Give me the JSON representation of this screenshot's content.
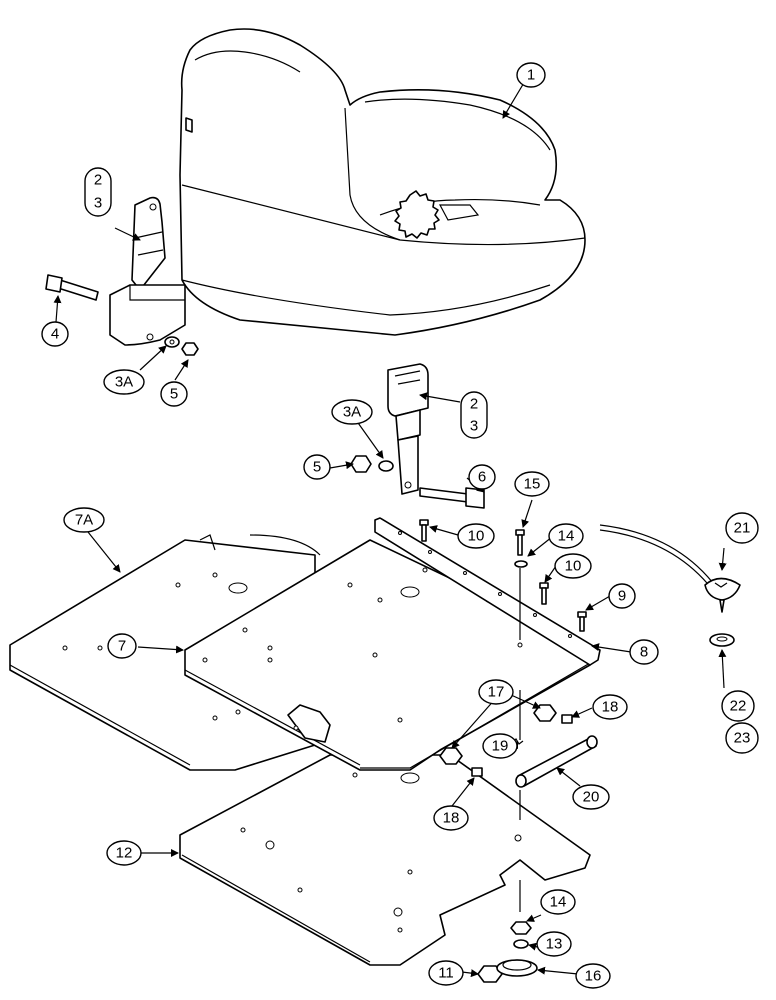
{
  "callouts": {
    "c1": "1",
    "c2a": "2",
    "c3a": "3",
    "c4": "4",
    "c3A_left": "3A",
    "c5_left": "5",
    "c2b": "2",
    "c3b": "3",
    "c3A_right": "3A",
    "c5_right": "5",
    "c6": "6",
    "c7A": "7A",
    "c7": "7",
    "c8": "8",
    "c9": "9",
    "c10a": "10",
    "c10b": "10",
    "c11": "11",
    "c12": "12",
    "c13": "13",
    "c14a": "14",
    "c14b": "14",
    "c15": "15",
    "c16": "16",
    "c17": "17",
    "c18a": "18",
    "c18b": "18",
    "c19": "19",
    "c20": "20",
    "c21": "21",
    "c22": "22",
    "c23": "23"
  }
}
